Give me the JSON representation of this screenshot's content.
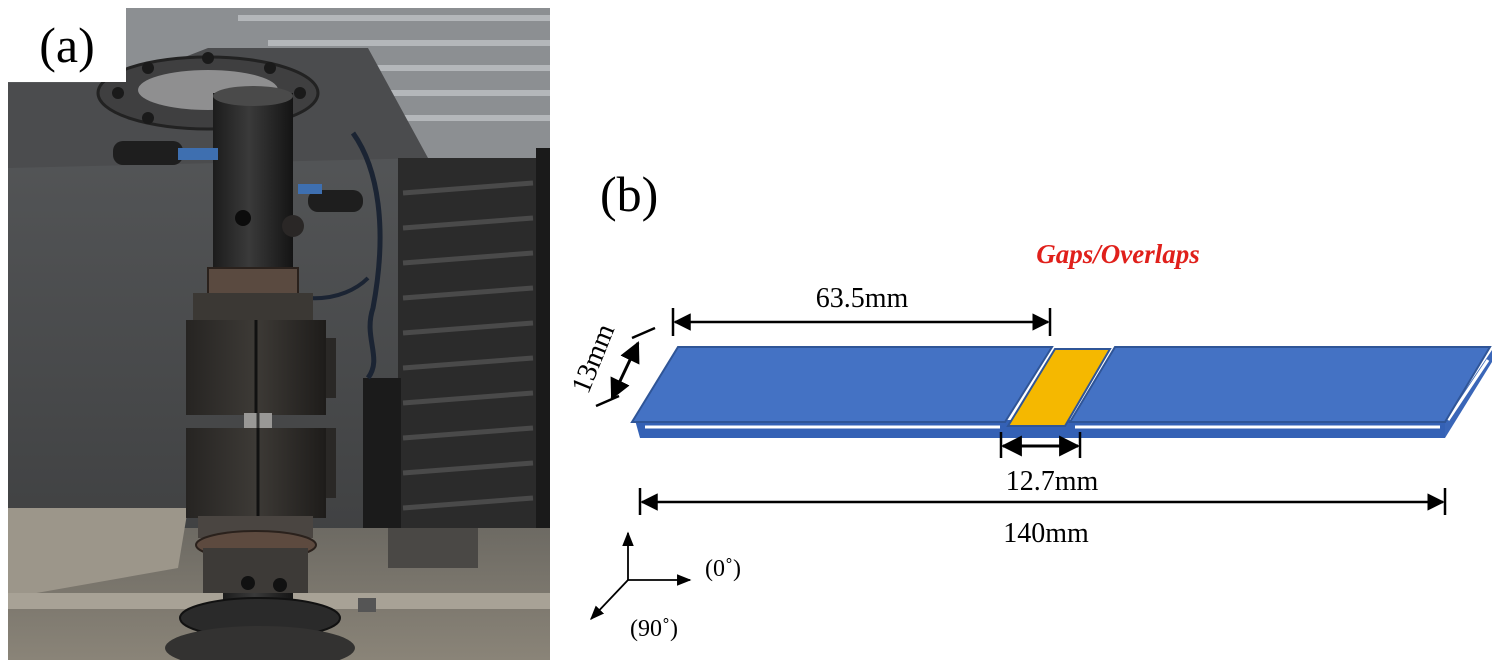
{
  "panels": {
    "a": {
      "label": "(a)"
    },
    "b": {
      "label": "(b)"
    }
  },
  "diagram": {
    "callout": "Gaps/Overlaps",
    "dim_length_segment": "63.5mm",
    "dim_width": "13mm",
    "dim_gap_width": "12.7mm",
    "dim_total_length": "140mm",
    "axis_zero": "(0˚)",
    "axis_ninety": "(90˚)"
  },
  "colors": {
    "strip": "#4472c4",
    "strip_edge": "#2f5597",
    "gap_patch": "#f5b800",
    "callout": "#e0201b"
  }
}
